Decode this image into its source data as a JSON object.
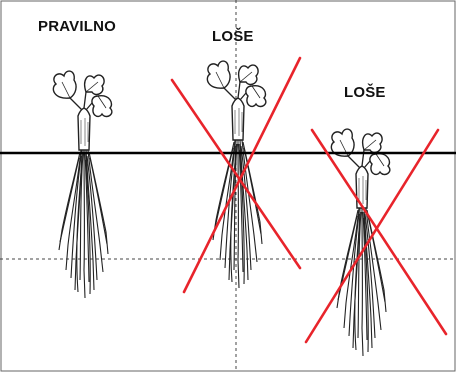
{
  "labels": {
    "correct": "PRAVILNO",
    "wrong_1": "LOŠE",
    "wrong_2": "LOŠE"
  },
  "colors": {
    "cross": "#e8242b",
    "ground_line": "#000000",
    "guide_line": "#444444",
    "plant": "#222222"
  },
  "icons": {
    "plant": "rooted-cutting-icon",
    "cross": "red-x-cross-icon"
  }
}
